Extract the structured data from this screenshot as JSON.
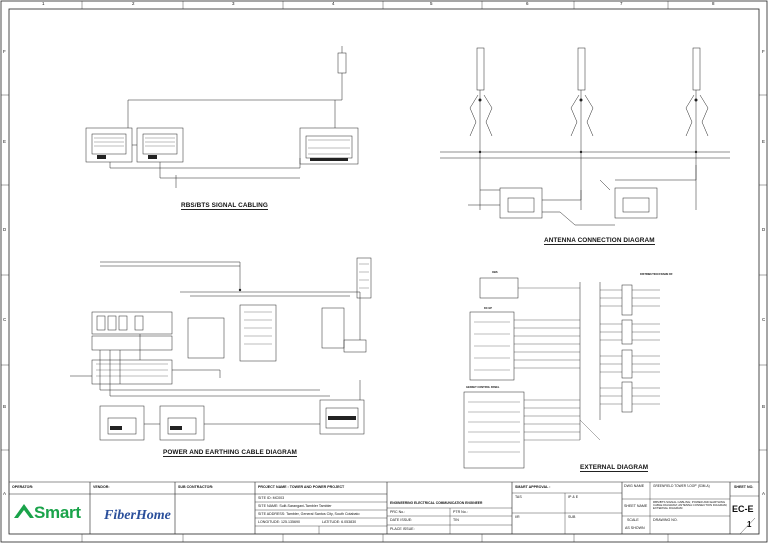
{
  "border": {
    "columns": [
      "1",
      "2",
      "3",
      "4",
      "5",
      "6",
      "7",
      "8"
    ],
    "rows": [
      "F",
      "E",
      "D",
      "C",
      "B",
      "A"
    ]
  },
  "diagrams": {
    "rbs": "RBS/BTS SIGNAL CABLING",
    "antenna": "ANTENNA CONNECTION DIAGRAM",
    "power": "POWER AND EARTHING CABLE DIAGRAM",
    "external": "EXTERNAL DIAGRAM"
  },
  "labels": {
    "obs": "OBS",
    "dc_ep": "DC EP",
    "genset_panel": "GENSET CONTROL PANEL",
    "distribution_frame": "DISTRIBUTION FRAME DF"
  },
  "titleblock": {
    "operator": "OPERATOR:",
    "vendor": "VENDOR:",
    "sub_contractor": "SUB CONTRACTOR:",
    "project_name": "PROJECT NAME : TOWER AND POWER PROJECT",
    "site_id": "SITE ID: MC003",
    "site_name": "SITE NAME: Sulit-Sarangani-Tambler Tambler",
    "site_address": "SITE ADDRESS: Tambler, General Santos City, South Cotabato",
    "longitude": "LONGITUDE: 125.135690",
    "latitude": "LATITUDE: 6.053830",
    "engineering": "ENGINEERING ELECTRICAL COMMUNICATION ENGINEER",
    "prc_no": "PRC No.:",
    "ptr_no": "PTR No.:",
    "date_issue": "DATE ISSUE:",
    "tin": "TIN",
    "place_issue": "PLACE ISSUE:",
    "smart_approval": "SMART APPROVAL :",
    "tas": "TAS",
    "ip_se": "IP & E",
    "ir": "I/R",
    "sub": "SUB",
    "dwg_name_label": "DWG NAME",
    "dwg_name": "GREENFIELD TOWER 'LOOP' (S3M-A)",
    "sheet_name_label": "SHEET NAME",
    "sheet_name": "RBS/BTS SIGNAL CABLING; POWER AND EARTHING CABLE DIAGRAM; ANTENNA CONNECTION DIAGRAM; EXTERNAL DIAGRAM",
    "scale_label": "SCALE",
    "scale": "AS SHOWN",
    "drawing_no_label": "DRAWING NO.",
    "sheet_no_label": "SHEET NO.",
    "sheet_code": "EC-E",
    "sheet_index": "1"
  },
  "logos": {
    "smart": "Smart",
    "fiberhome": "FiberHome"
  }
}
